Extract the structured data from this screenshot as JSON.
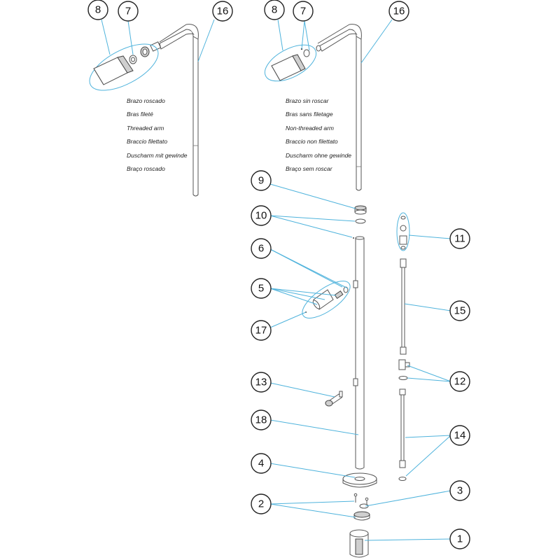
{
  "callouts": {
    "c1": "1",
    "c2": "2",
    "c3": "3",
    "c4": "4",
    "c5": "5",
    "c6": "6",
    "c7a": "7",
    "c7b": "7",
    "c8a": "8",
    "c8b": "8",
    "c9": "9",
    "c10": "10",
    "c11": "11",
    "c12": "12",
    "c13": "13",
    "c14": "14",
    "c15": "15",
    "c16a": "16",
    "c16b": "16",
    "c17": "17",
    "c18": "18"
  },
  "threaded_labels": [
    "Brazo roscado",
    "Bras fileté",
    "Threaded arm",
    "Braccio filettato",
    "Duscharm mit gewinde",
    "Braço roscado"
  ],
  "non_threaded_labels": [
    "Brazo sin roscar",
    "Bras sans filetage",
    "Non-threaded arm",
    "Braccio non filettato",
    "Duscharm ohne gewinde",
    "Braço sem roscar"
  ],
  "colors": {
    "leader": "#4fb3dc",
    "outline": "#555555"
  }
}
